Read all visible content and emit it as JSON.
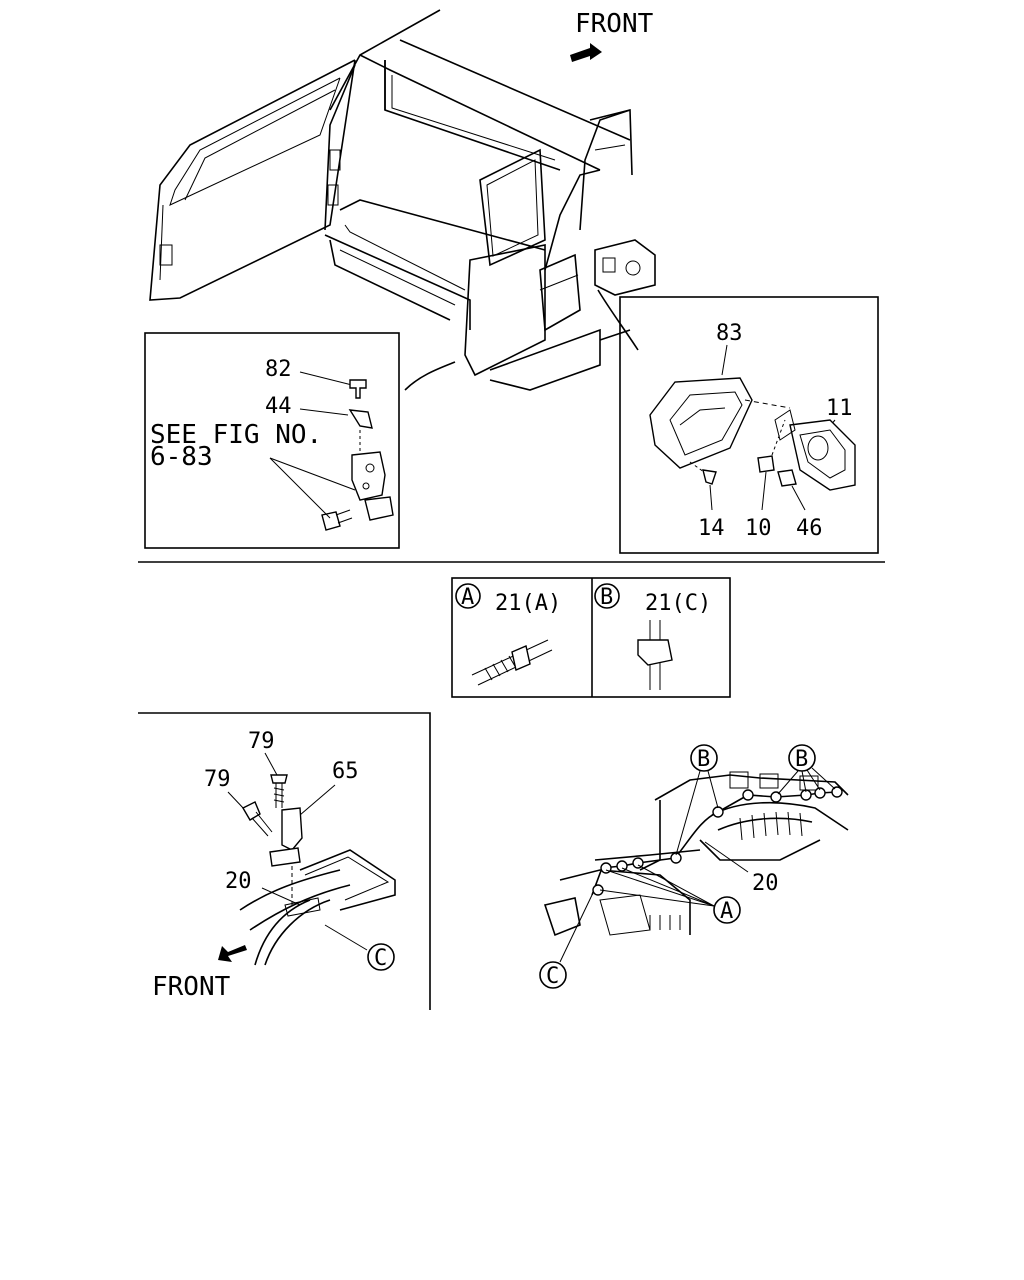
{
  "header": {
    "front_top": "FRONT",
    "front_bottom": "FRONT"
  },
  "inset_left": {
    "callout_82": "82",
    "callout_44": "44",
    "see_fig_line1": "SEE FIG NO.",
    "see_fig_line2": "6-83"
  },
  "inset_right": {
    "callout_83": "83",
    "callout_11": "11",
    "callout_14": "14",
    "callout_10": "10",
    "callout_46": "46"
  },
  "clip_detail": {
    "a_marker": "A",
    "a_label": "21(A)",
    "b_marker": "B",
    "b_label": "21(C)"
  },
  "bottom_left": {
    "callout_79a": "79",
    "callout_79b": "79",
    "callout_65": "65",
    "callout_20": "20",
    "c_marker": "C"
  },
  "bottom_right": {
    "b_marker_1": "B",
    "b_marker_2": "B",
    "a_marker": "A",
    "c_marker": "C",
    "callout_20": "20"
  }
}
